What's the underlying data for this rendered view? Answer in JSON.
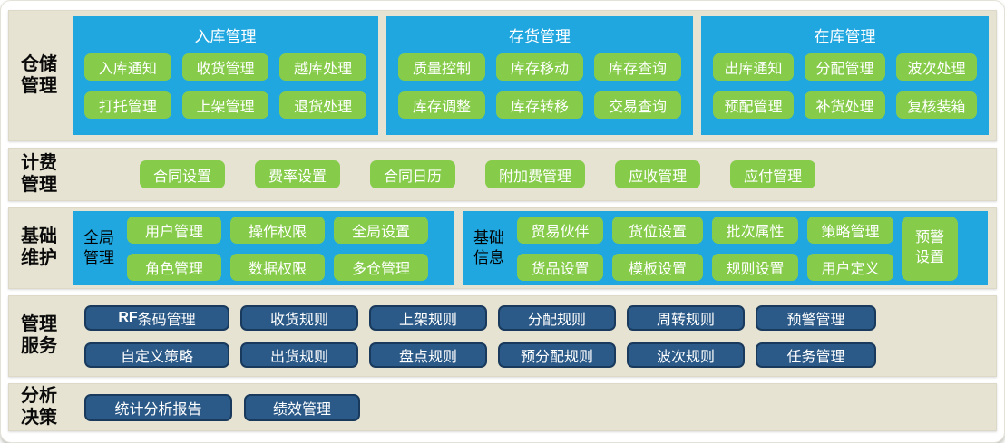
{
  "colors": {
    "panel_bg": "#e6e3d2",
    "blue": "#21a7e0",
    "green": "#86cc4a",
    "navy": "#2b5a88",
    "navy_border": "#193a5c",
    "button_text": "#ffffff",
    "label_text": "#000000"
  },
  "rows": {
    "warehouse": {
      "label": "仓储管理",
      "boxes": [
        {
          "title": "入库管理",
          "buttons": [
            "入库通知",
            "收货管理",
            "越库处理",
            "打托管理",
            "上架管理",
            "退货处理"
          ]
        },
        {
          "title": "存货管理",
          "buttons": [
            "质量控制",
            "库存移动",
            "库存查询",
            "库存调整",
            "库存转移",
            "交易查询"
          ]
        },
        {
          "title": "在库管理",
          "buttons": [
            "出库通知",
            "分配管理",
            "波次处理",
            "预配管理",
            "补货处理",
            "复核装箱"
          ]
        }
      ]
    },
    "billing": {
      "label": "计费管理",
      "buttons": [
        "合同设置",
        "费率设置",
        "合同日历",
        "附加费管理",
        "应收管理",
        "应付管理"
      ]
    },
    "maintenance": {
      "label": "基础维护",
      "global": {
        "title": "全局管理",
        "buttons": [
          "用户管理",
          "操作权限",
          "全局设置",
          "角色管理",
          "数据权限",
          "多仓管理"
        ]
      },
      "basic_info": {
        "title": "基础信息",
        "buttons": [
          "贸易伙伴",
          "货位设置",
          "批次属性",
          "策略管理",
          "货品设置",
          "模板设置",
          "规则设置",
          "用户定义"
        ],
        "tall_button": "预警设置"
      }
    },
    "services": {
      "label": "管理服务",
      "rf_prefix": "RF",
      "rf_rest": "条码管理",
      "buttons": [
        "收货规则",
        "上架规则",
        "分配规则",
        "周转规则",
        "预警管理",
        "自定义策略",
        "出货规则",
        "盘点规则",
        "预分配规则",
        "波次规则",
        "任务管理"
      ]
    },
    "analysis": {
      "label": "分析决策",
      "buttons": [
        "统计分析报告",
        "绩效管理"
      ]
    }
  }
}
